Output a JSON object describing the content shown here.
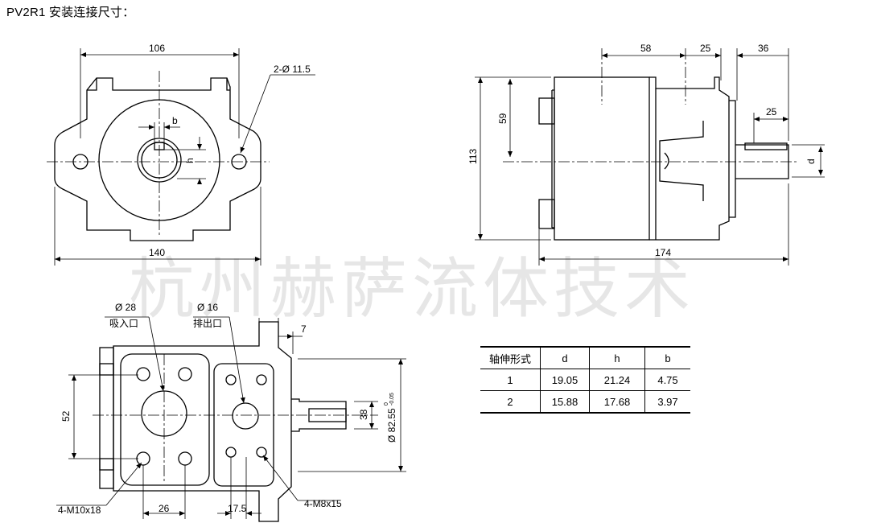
{
  "title": "PV2R1 安装连接尺寸：",
  "watermark": "杭州赫萨流体技术",
  "dims": {
    "front_width_top": "106",
    "front_width_bottom": "140",
    "hole": "2-Ø 11.5",
    "b": "b",
    "h": "h",
    "side_58": "58",
    "side_25_top": "25",
    "side_36": "36",
    "side_59": "59",
    "side_25_shaft": "25",
    "side_113": "113",
    "side_d": "d",
    "side_174": "174",
    "inlet_dia": "Ø 28",
    "inlet_label": "吸入口",
    "outlet_dia": "Ø 16",
    "outlet_label": "排出口",
    "dim_7": "7",
    "dim_52": "52",
    "dim_38": "38",
    "dim_82": "Ø 82.55",
    "dim_82_tol_top": "0",
    "dim_82_tol_bottom": "-0.05",
    "thread_1": "4-M10x18",
    "dim_26": "26",
    "dim_175": "17.5",
    "thread_2": "4-M8x15"
  },
  "table": {
    "headers": [
      "轴伸形式",
      "d",
      "h",
      "b"
    ],
    "rows": [
      [
        "1",
        "19.05",
        "21.24",
        "4.75"
      ],
      [
        "2",
        "15.88",
        "17.68",
        "3.97"
      ]
    ]
  }
}
